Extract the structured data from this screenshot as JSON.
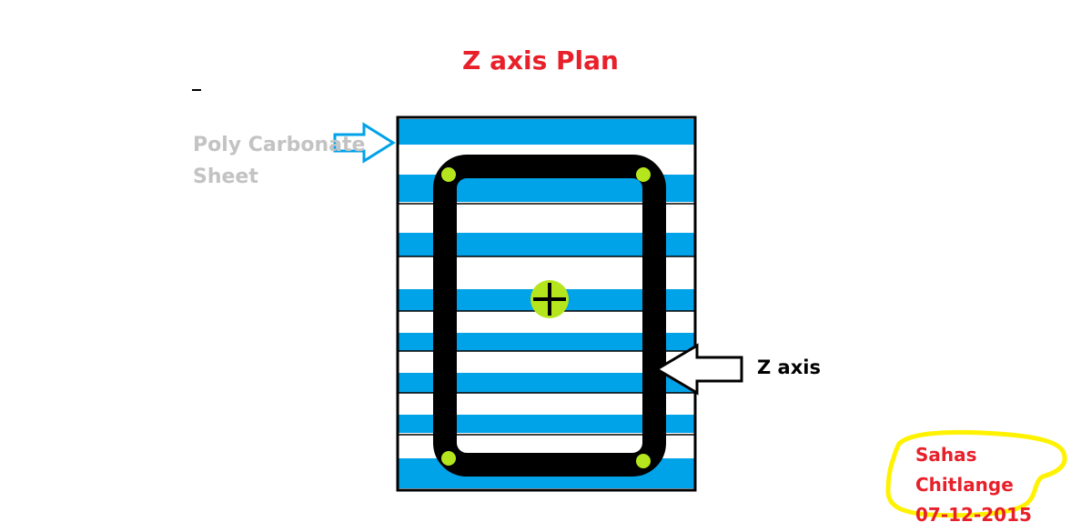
{
  "title": "Z axis Plan",
  "labels": {
    "sheet_line1": "Poly Carbonate",
    "sheet_line2": "Sheet",
    "z_axis": "Z axis"
  },
  "signature": {
    "name": "Sahas Chitlange",
    "date": "07-12-2015"
  },
  "colors": {
    "title": "#e8202a",
    "sheet_stripe": "#00a2e8",
    "frame": "#000000",
    "bolt": "#b5e61d",
    "sheet_label": "#c3c3c3",
    "signature_outline": "#fff200",
    "signature_text": "#e8202a"
  },
  "icons": {
    "sheet_pointer": "outline-right-arrow-icon",
    "z_axis_pointer": "outline-left-arrow-icon",
    "center_mark": "crosshair-bolt-icon",
    "corner_mark": "bolt-dot-icon"
  }
}
